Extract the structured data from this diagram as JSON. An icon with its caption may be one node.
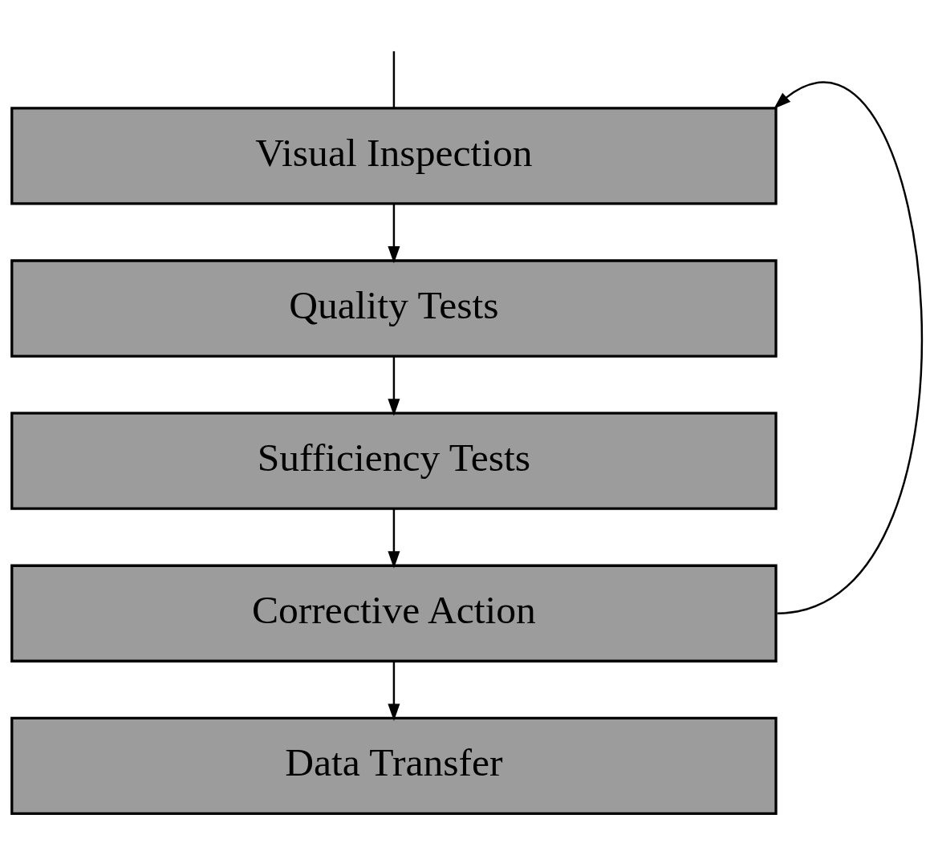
{
  "diagram": {
    "nodes": [
      {
        "text": [
          "Visual Inspection"
        ]
      },
      {
        "text": [
          "Quality Tests"
        ]
      },
      {
        "text": [
          "Sufficiency Tests"
        ]
      },
      {
        "text": [
          "Corrective Action"
        ]
      },
      {
        "text": [
          "Data Transfer"
        ]
      }
    ],
    "edges": [
      {
        "from": null,
        "to": 0,
        "arrow": "none"
      },
      {
        "from": 0,
        "to": 1,
        "arrow": "to"
      },
      {
        "from": 1,
        "to": 2,
        "arrow": "to"
      },
      {
        "from": 2,
        "to": 3,
        "arrow": "to"
      },
      {
        "from": 3,
        "to": 4,
        "arrow": "to"
      },
      {
        "from": 3,
        "to": 0,
        "arrow": "to"
      }
    ]
  }
}
